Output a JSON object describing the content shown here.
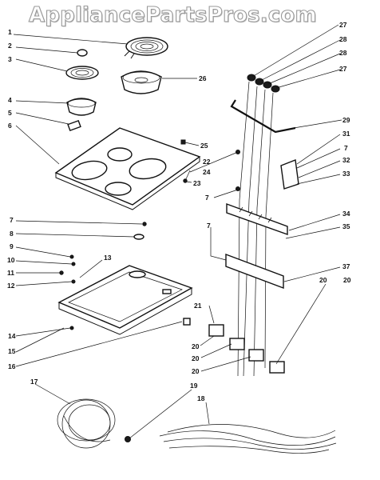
{
  "watermark": "AppliancePartsPros.com",
  "callouts": {
    "c1": "1",
    "c2": "2",
    "c3": "3",
    "c4": "4",
    "c5": "5",
    "c6": "6",
    "c7a": "7",
    "c7b": "7",
    "c7c": "7",
    "c7d": "7",
    "c8": "8",
    "c9": "9",
    "c10": "10",
    "c11": "11",
    "c12": "12",
    "c13": "13",
    "c14": "14",
    "c15": "15",
    "c16": "16",
    "c17": "17",
    "c18": "18",
    "c19": "19",
    "c20a": "20",
    "c20b": "20",
    "c20c": "20",
    "c20d": "20",
    "c20e": "20",
    "c21": "21",
    "c22": "22",
    "c23": "23",
    "c24": "24",
    "c25": "25",
    "c26": "26",
    "c27a": "27",
    "c27b": "27",
    "c28a": "28",
    "c28b": "28",
    "c29": "29",
    "c31": "31",
    "c32": "32",
    "c33": "33",
    "c34": "34",
    "c35": "35",
    "c37": "37"
  },
  "icons": [
    "coil-element-icon",
    "drip-pan-icon",
    "burner-receptacle-icon",
    "cooktop-frame-icon",
    "infinite-switch-icon",
    "wire-harness-icon",
    "power-cord-icon",
    "terminal-block-icon"
  ]
}
